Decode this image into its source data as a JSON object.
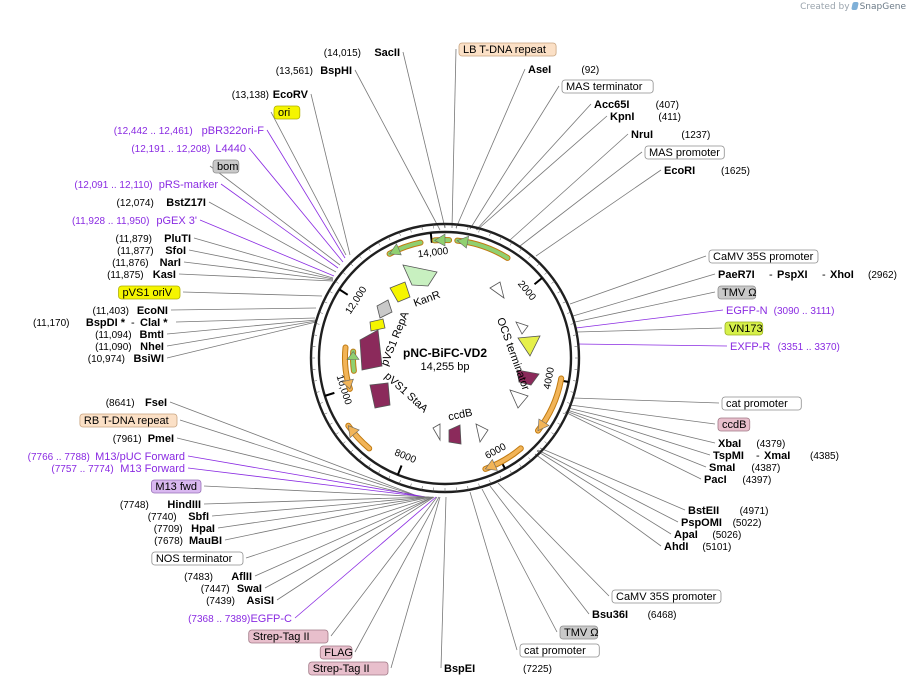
{
  "credit": {
    "prefix": "Created by",
    "brand": "SnapGene"
  },
  "plasmid": {
    "name": "pNC-BiFC-VD2",
    "size": "14,255 bp"
  },
  "ticks": [
    "2000",
    "4000",
    "6000",
    "8000",
    "10,000",
    "12,000",
    "14,000"
  ],
  "colors": {
    "backbone": "#1f1f1f",
    "arrow_green": "#a8e08f",
    "arrow_orange": "#f2b457",
    "feature_purple": "#8b2a5b",
    "feature_yellow": "#f5f500",
    "primer": "#8a2be2"
  },
  "inner_features": [
    "KanR",
    "pVS1 RepA",
    "OCS terminator",
    "pVS1 StaA",
    "ccdB"
  ],
  "enzymes": [
    {
      "name": "SacII",
      "pos": "(14,015)"
    },
    {
      "name": "BspHI",
      "pos": "(13,561)"
    },
    {
      "name": "EcoRV",
      "pos": "(13,138)"
    },
    {
      "name": "BstZ17I",
      "pos": "(12,074)"
    },
    {
      "name": "PluTI",
      "pos": "(11,879)"
    },
    {
      "name": "SfoI",
      "pos": "(11,877)"
    },
    {
      "name": "NarI",
      "pos": "(11,876)"
    },
    {
      "name": "KasI",
      "pos": "(11,875)"
    },
    {
      "name": "EcoNI",
      "pos": "(11,403)"
    },
    {
      "name": "BspDI *",
      "pos": "(11,170)"
    },
    {
      "name": "ClaI *",
      "pos": ""
    },
    {
      "name": "BmtI",
      "pos": "(11,094)"
    },
    {
      "name": "NheI",
      "pos": "(11,090)"
    },
    {
      "name": "BsiWI",
      "pos": "(10,974)"
    },
    {
      "name": "FseI",
      "pos": "(8641)"
    },
    {
      "name": "PmeI",
      "pos": "(7961)"
    },
    {
      "name": "HindIII",
      "pos": "(7748)"
    },
    {
      "name": "SbfI",
      "pos": "(7740)"
    },
    {
      "name": "HpaI",
      "pos": "(7709)"
    },
    {
      "name": "MauBI",
      "pos": "(7678)"
    },
    {
      "name": "AflII",
      "pos": "(7483)"
    },
    {
      "name": "SwaI",
      "pos": "(7447)"
    },
    {
      "name": "AsiSI",
      "pos": "(7439)"
    },
    {
      "name": "BspEI",
      "pos": "(7225)"
    },
    {
      "name": "AseI",
      "pos": "(92)"
    },
    {
      "name": "Acc65I",
      "pos": "(407)"
    },
    {
      "name": "KpnI",
      "pos": "(411)"
    },
    {
      "name": "NruI",
      "pos": "(1237)"
    },
    {
      "name": "EcoRI",
      "pos": "(1625)"
    },
    {
      "name": "PaeR7I",
      "pos": ""
    },
    {
      "name": "PspXI",
      "pos": ""
    },
    {
      "name": "XhoI",
      "pos": "(2962)"
    },
    {
      "name": "XbaI",
      "pos": "(4379)"
    },
    {
      "name": "TspMI",
      "pos": ""
    },
    {
      "name": "XmaI",
      "pos": "(4385)"
    },
    {
      "name": "SmaI",
      "pos": "(4387)"
    },
    {
      "name": "PacI",
      "pos": "(4397)"
    },
    {
      "name": "BstEII",
      "pos": "(4971)"
    },
    {
      "name": "PspOMI",
      "pos": "(5022)"
    },
    {
      "name": "ApaI",
      "pos": "(5026)"
    },
    {
      "name": "AhdI",
      "pos": "(5101)"
    },
    {
      "name": "Bsu36I",
      "pos": "(6468)"
    }
  ],
  "primers": [
    {
      "name": "pBR322ori-F",
      "range": "(12,442 .. 12,461)"
    },
    {
      "name": "L4440",
      "range": "(12,191 .. 12,208)"
    },
    {
      "name": "pRS-marker",
      "range": "(12,091 .. 12,110)"
    },
    {
      "name": "pGEX 3'",
      "range": "(11,928 .. 11,950)"
    },
    {
      "name": "M13/pUC Forward",
      "range": "(7766 .. 7788)"
    },
    {
      "name": "M13 Forward",
      "range": "(7757 .. 7774)"
    },
    {
      "name": "EGFP-C",
      "range": "(7368 .. 7389)"
    },
    {
      "name": "EGFP-N",
      "range": "(3090 .. 3111)"
    },
    {
      "name": "EXFP-R",
      "range": "(3351 .. 3370)"
    }
  ],
  "feature_boxes": [
    {
      "name": "LB T-DNA repeat",
      "bg": "#fbe0c6",
      "border": "#c8a480"
    },
    {
      "name": "ori",
      "bg": "#f5f500",
      "border": "#b0b000"
    },
    {
      "name": "bom",
      "bg": "#c9c9c9",
      "border": "#8e8e8e"
    },
    {
      "name": "pVS1 oriV",
      "bg": "#f5f500",
      "border": "#b0b000"
    },
    {
      "name": "RB T-DNA repeat",
      "bg": "#fbe0c6",
      "border": "#c8a480"
    },
    {
      "name": "M13 fwd",
      "bg": "#d9b8f0",
      "border": "#9870b8"
    },
    {
      "name": "NOS terminator",
      "bg": "#ffffff",
      "border": "#8e8e8e"
    },
    {
      "name": "Strep-Tag II",
      "bg": "#e8bfcc",
      "border": "#a07885"
    },
    {
      "name": "FLAG",
      "bg": "#e8bfcc",
      "border": "#a07885"
    },
    {
      "name": "Strep-Tag II",
      "bg": "#e8bfcc",
      "border": "#a07885"
    },
    {
      "name": "MAS terminator",
      "bg": "#ffffff",
      "border": "#8e8e8e"
    },
    {
      "name": "MAS promoter",
      "bg": "#ffffff",
      "border": "#8e8e8e"
    },
    {
      "name": "CaMV 35S promoter",
      "bg": "#ffffff",
      "border": "#8e8e8e"
    },
    {
      "name": "TMV Ω",
      "bg": "#c9c9c9",
      "border": "#8e8e8e"
    },
    {
      "name": "VN173",
      "bg": "#d6f04a",
      "border": "#9ab020"
    },
    {
      "name": "cat promoter",
      "bg": "#ffffff",
      "border": "#8e8e8e"
    },
    {
      "name": "ccdB",
      "bg": "#e8bfcc",
      "border": "#a07885"
    },
    {
      "name": "CaMV 35S promoter",
      "bg": "#ffffff",
      "border": "#8e8e8e"
    },
    {
      "name": "TMV Ω",
      "bg": "#c9c9c9",
      "border": "#8e8e8e"
    },
    {
      "name": "cat promoter",
      "bg": "#ffffff",
      "border": "#8e8e8e"
    }
  ]
}
